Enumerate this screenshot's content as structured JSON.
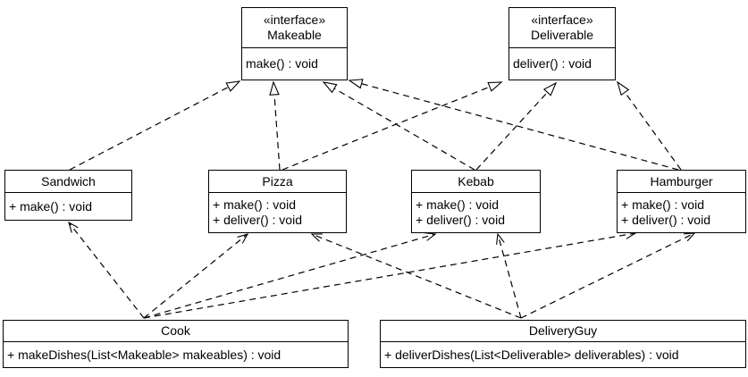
{
  "diagram": {
    "type": "uml-class-diagram",
    "colors": {
      "line": "#000000",
      "box_fill": "#ffffff",
      "background": "#ffffff",
      "text": "#000000"
    },
    "interfaces": {
      "makeable": {
        "stereotype": "«interface»",
        "name": "Makeable",
        "methods": [
          "make() : void"
        ]
      },
      "deliverable": {
        "stereotype": "«interface»",
        "name": "Deliverable",
        "methods": [
          "deliver() : void"
        ]
      }
    },
    "classes": {
      "sandwich": {
        "name": "Sandwich",
        "methods": [
          "+ make() : void"
        ]
      },
      "pizza": {
        "name": "Pizza",
        "methods": [
          "+ make() : void",
          "+ deliver() : void"
        ]
      },
      "kebab": {
        "name": "Kebab",
        "methods": [
          "+ make() : void",
          "+ deliver() : void"
        ]
      },
      "hamburger": {
        "name": "Hamburger",
        "methods": [
          "+ make() : void",
          "+ deliver() : void"
        ]
      },
      "cook": {
        "name": "Cook",
        "methods": [
          "+ makeDishes(List<Makeable> makeables) : void"
        ]
      },
      "deliveryguy": {
        "name": "DeliveryGuy",
        "methods": [
          "+ deliverDishes(List<Deliverable> deliverables) : void"
        ]
      }
    },
    "relationships": [
      {
        "from": "Sandwich",
        "to": "Makeable",
        "type": "realization"
      },
      {
        "from": "Pizza",
        "to": "Makeable",
        "type": "realization"
      },
      {
        "from": "Kebab",
        "to": "Makeable",
        "type": "realization"
      },
      {
        "from": "Hamburger",
        "to": "Makeable",
        "type": "realization"
      },
      {
        "from": "Pizza",
        "to": "Deliverable",
        "type": "realization"
      },
      {
        "from": "Kebab",
        "to": "Deliverable",
        "type": "realization"
      },
      {
        "from": "Hamburger",
        "to": "Deliverable",
        "type": "realization"
      },
      {
        "from": "Cook",
        "to": "Sandwich",
        "type": "dependency"
      },
      {
        "from": "Cook",
        "to": "Pizza",
        "type": "dependency"
      },
      {
        "from": "Cook",
        "to": "Kebab",
        "type": "dependency"
      },
      {
        "from": "Cook",
        "to": "Hamburger",
        "type": "dependency"
      },
      {
        "from": "DeliveryGuy",
        "to": "Pizza",
        "type": "dependency"
      },
      {
        "from": "DeliveryGuy",
        "to": "Kebab",
        "type": "dependency"
      },
      {
        "from": "DeliveryGuy",
        "to": "Hamburger",
        "type": "dependency"
      }
    ]
  }
}
